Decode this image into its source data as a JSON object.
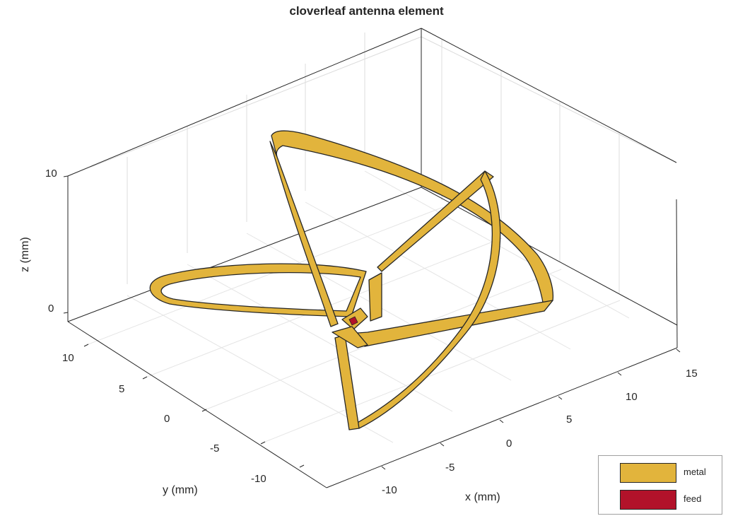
{
  "title": "cloverleaf antenna element",
  "axes": {
    "xlabel": "x (mm)",
    "ylabel": "y (mm)",
    "zlabel": "z (mm)",
    "x_ticks": [
      "-10",
      "-5",
      "0",
      "5",
      "10",
      "15"
    ],
    "y_ticks": [
      "10",
      "5",
      "0",
      "-5",
      "-10"
    ],
    "z_ticks": [
      "10",
      "0"
    ]
  },
  "legend": {
    "items": [
      {
        "label": "metal",
        "color": "#e2b43c"
      },
      {
        "label": "feed",
        "color": "#b2122a"
      }
    ]
  },
  "colors": {
    "metal": "#e2b43c",
    "feed": "#b2122a",
    "edge": "#262626",
    "grid": "#dcdcdc",
    "box": "#262626"
  }
}
